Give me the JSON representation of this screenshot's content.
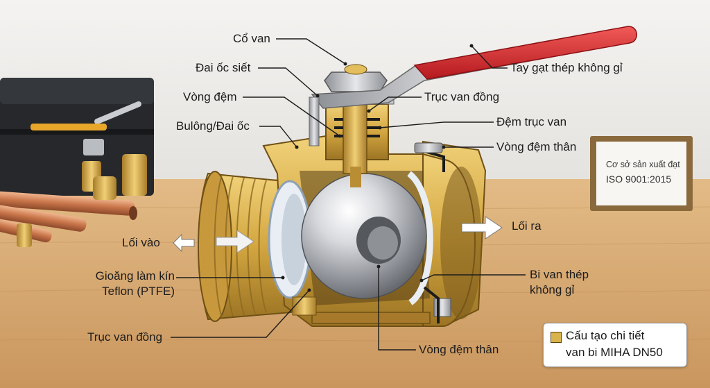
{
  "labels": {
    "stem_neck": "Cổ van",
    "tightening_nut": "Đai ốc siết",
    "washer": "Vòng đệm",
    "bolt_nut": "Bulông/Đai ốc",
    "handle": "Tay gạt thép không gỉ",
    "brass_stem_top": "Trục van đồng",
    "stem_seal": "Đệm trục van",
    "body_ring_top": "Vòng đệm thân",
    "inlet": "Lối vào",
    "outlet": "Lối ra",
    "ptfe_seal_line1": "Gioăng làm kín",
    "ptfe_seal_line2": "Teflon (PTFE)",
    "ball_line1": "Bi van thép",
    "ball_line2": "không gỉ",
    "brass_stem_bottom": "Trục van đồng",
    "body_ring_bottom": "Vòng đệm thân"
  },
  "certificate": {
    "line1": "Cơ sở sản xuất đạt",
    "line2": "ISO 9001:2015"
  },
  "legend": {
    "line1": "Cấu tạo chi tiết",
    "line2": "van bi MIHA DN50",
    "swatch_color": "#d9b24c"
  },
  "colors": {
    "brass": "#d9b24c",
    "handle": "#d8262b",
    "ball": "#c9ccd1",
    "table": "#d8ad78",
    "wall": "#efeeec"
  }
}
